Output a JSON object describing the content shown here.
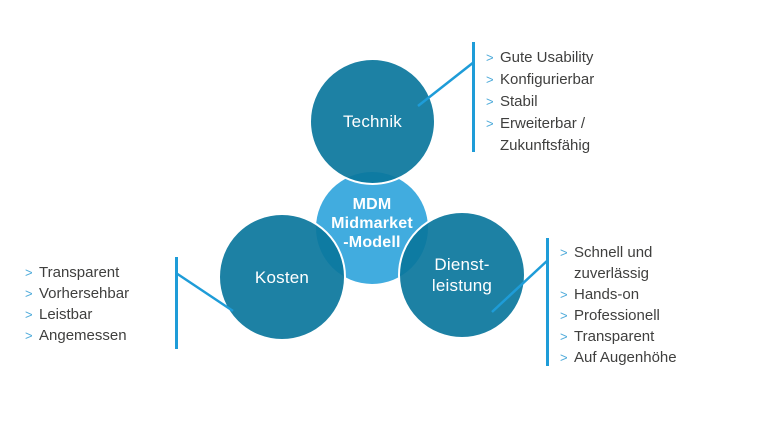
{
  "colors": {
    "circle_dark": "#1f85a9",
    "circle_light": "#41acdf",
    "connector_line": "#1e9cd8",
    "chevron": "#4ba9d9",
    "list_text": "#3f3f3e",
    "circle_text": "#ffffff"
  },
  "bullet": ">",
  "circles": {
    "technik": {
      "label": "Technik"
    },
    "kosten": {
      "label": "Kosten"
    },
    "dienstleistung": {
      "lines": [
        "Dienst-",
        "leistung"
      ]
    },
    "center": {
      "lines": [
        "MDM",
        "Midmarket",
        "-Modell"
      ]
    }
  },
  "lists": {
    "technik": {
      "rows": [
        "Gute Usability",
        "Konfigurierbar",
        "Stabil",
        "Erweiterbar /",
        "Zukunftsfähig"
      ]
    },
    "kosten": {
      "rows": [
        "Transparent",
        "Vorhersehbar",
        "Leistbar",
        "Angemessen"
      ]
    },
    "dienstleistung": {
      "rows": [
        "Schnell und",
        "zuverlässig",
        "Hands-on",
        "Professionell",
        "Transparent",
        "Auf Augenhöhe"
      ]
    }
  }
}
